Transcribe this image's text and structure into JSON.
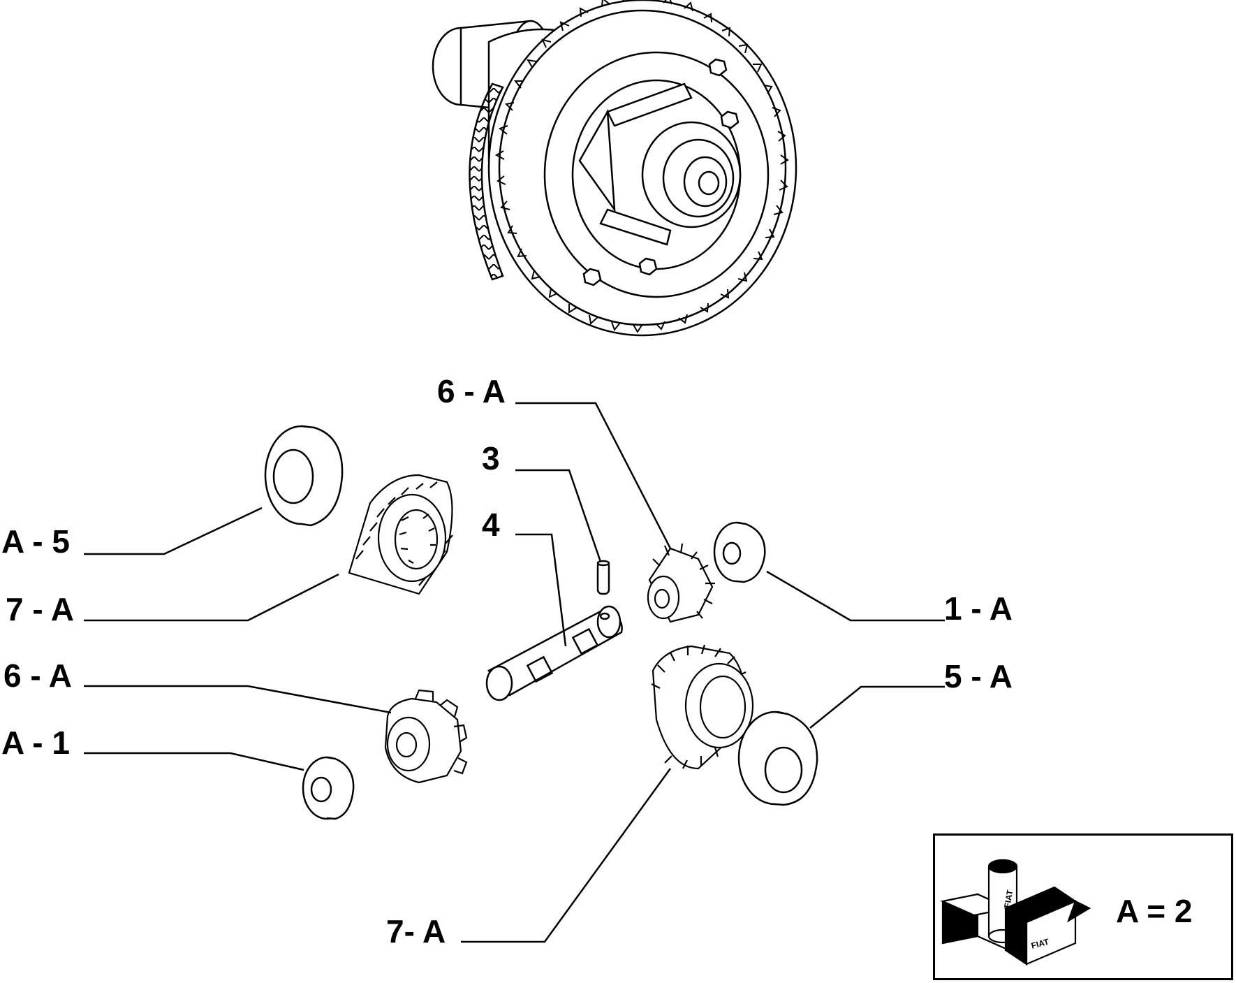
{
  "callouts": [
    {
      "id": "a5",
      "text": "A - 5"
    },
    {
      "id": "7a-left",
      "text": "7 - A"
    },
    {
      "id": "6a-left",
      "text": "6 - A"
    },
    {
      "id": "a1",
      "text": "A - 1"
    },
    {
      "id": "6a-top",
      "text": "6 - A"
    },
    {
      "id": "3",
      "text": "3"
    },
    {
      "id": "4",
      "text": "4"
    },
    {
      "id": "1a",
      "text": "1 - A"
    },
    {
      "id": "5a",
      "text": "5 - A"
    },
    {
      "id": "7a-bottom",
      "text": "7- A"
    }
  ],
  "kit_legend": {
    "formula": "A = 2",
    "logo_text": "FIAT"
  }
}
